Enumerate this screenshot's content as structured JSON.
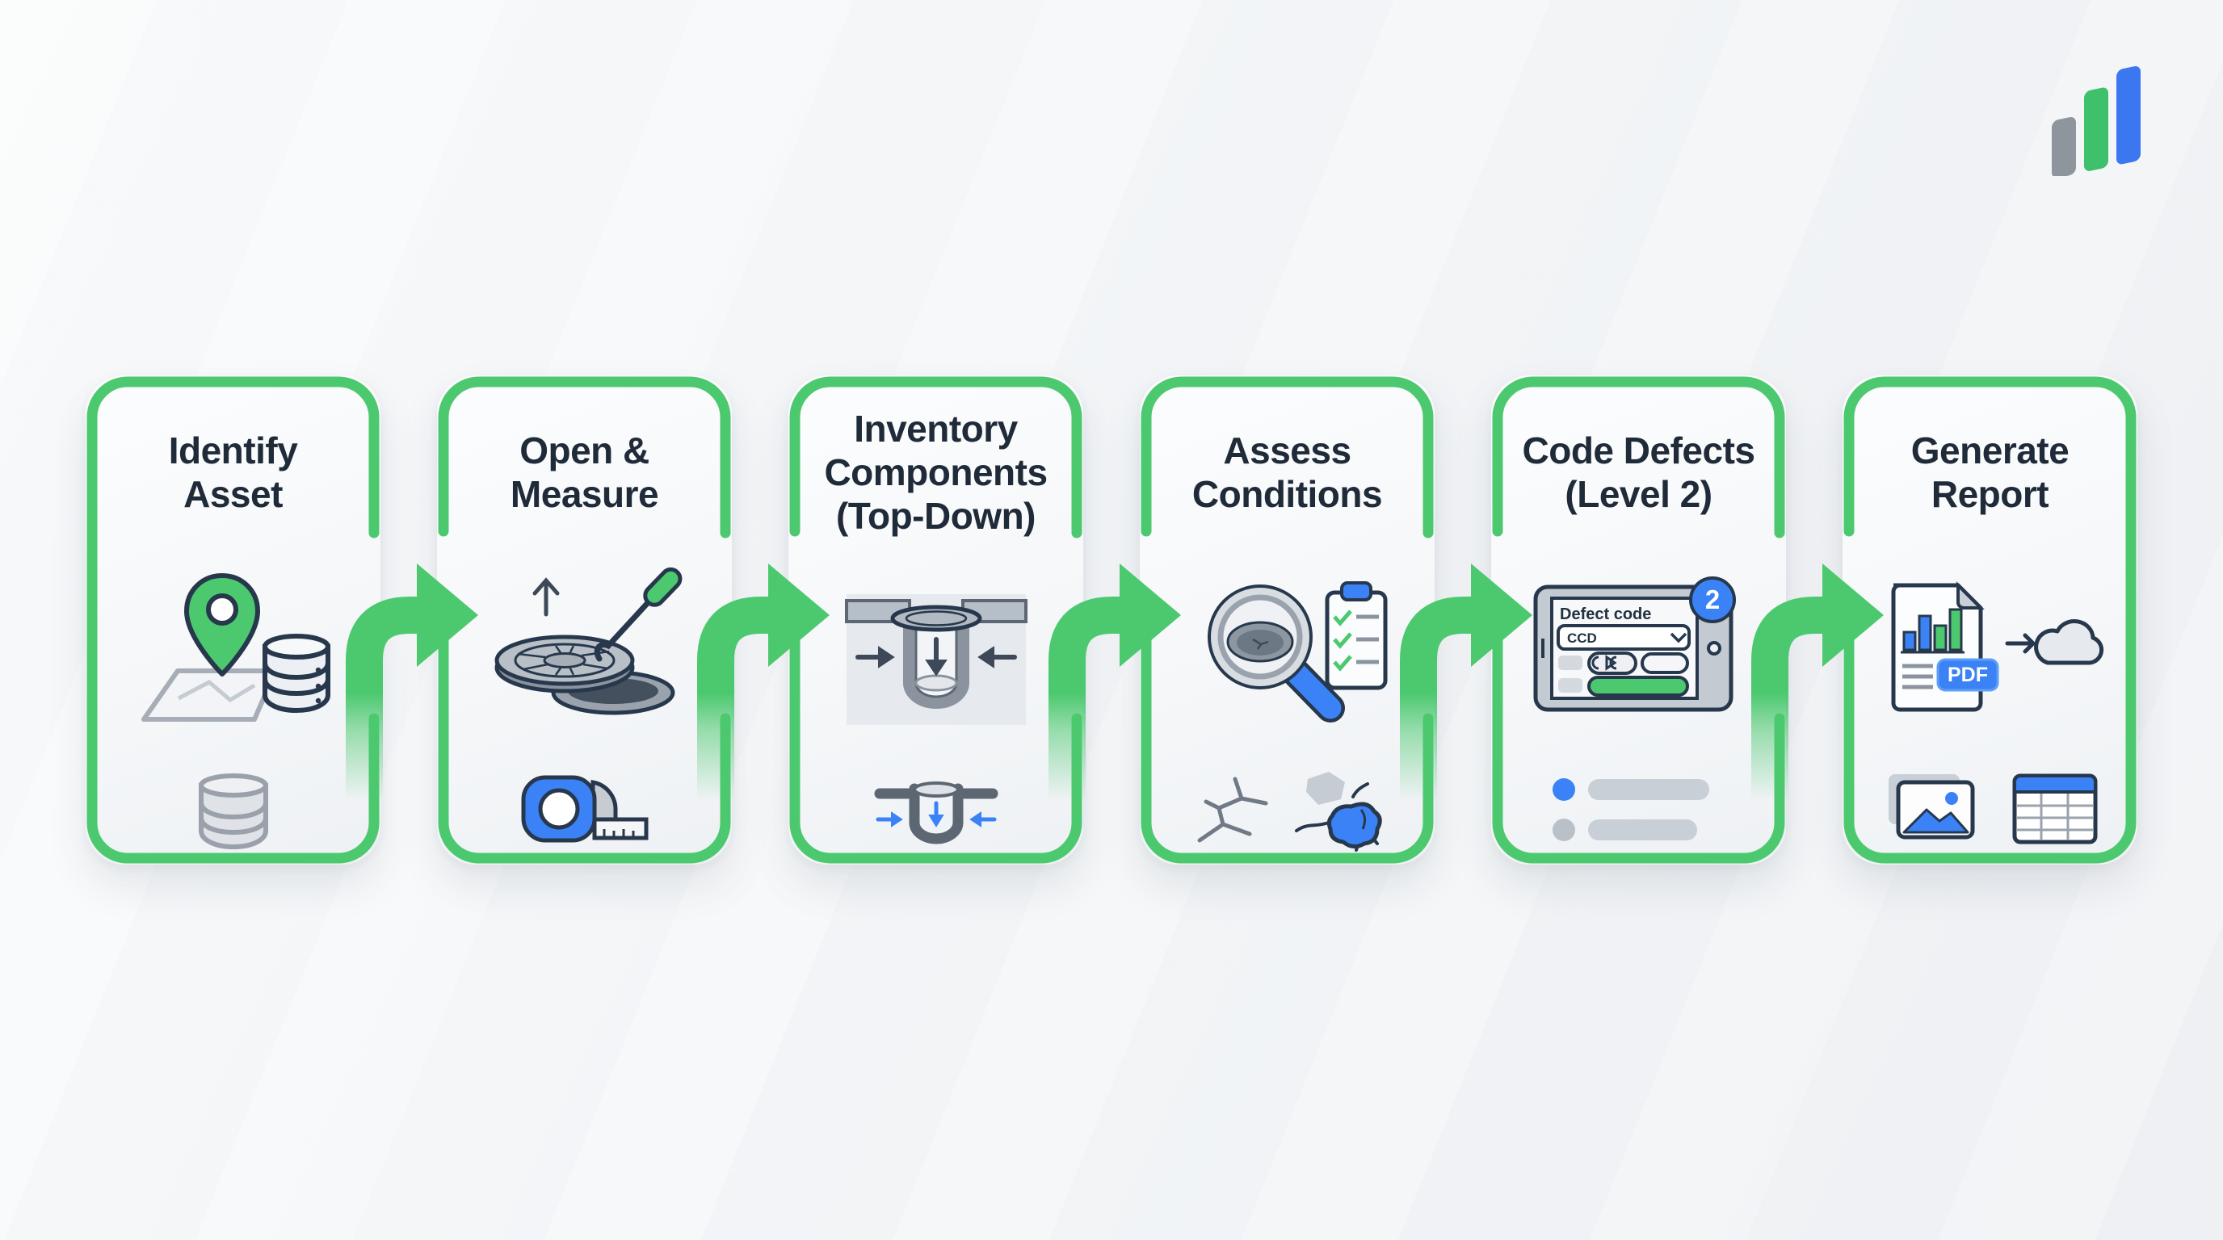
{
  "header": {
    "logo": {
      "name": "three-bar-chart-logo",
      "bar_colors": [
        "#8e959d",
        "#3ec16a",
        "#3b77f0"
      ]
    }
  },
  "flow": {
    "direction": "left-to-right",
    "arrow_count": 5,
    "accent_green": "#4cc96f",
    "accent_blue": "#3b82f6",
    "outline_navy": "#2b3a4e"
  },
  "steps": [
    {
      "id": "identify-asset",
      "title": "Identify\nAsset",
      "main_icon": "map-pin-and-database",
      "secondary_icon": "database"
    },
    {
      "id": "open-measure",
      "title": "Open &\nMeasure",
      "main_icon": "manhole-cover-lift",
      "secondary_icon": "tape-measure"
    },
    {
      "id": "inventory-components",
      "title": "Inventory\nComponents\n(Top-Down)",
      "main_icon": "manhole-cross-section",
      "secondary_icon": "channel-dimensions"
    },
    {
      "id": "assess-conditions",
      "title": "Assess\nConditions",
      "main_icon": "magnifier-and-checklist",
      "secondary_icon": "crack-and-infiltration"
    },
    {
      "id": "code-defects",
      "title": "Code Defects\n(Level 2)",
      "main_icon": "defect-entry-tablet",
      "secondary_icon": "defect-list",
      "tablet": {
        "label": "Defect code",
        "dropdown_value": "CCD",
        "badge_count": "2"
      }
    },
    {
      "id": "generate-report",
      "title": "Generate\nReport",
      "main_icon": "pdf-report-to-cloud",
      "secondary_icon": "photos-and-table",
      "pdf_label": "PDF"
    }
  ]
}
